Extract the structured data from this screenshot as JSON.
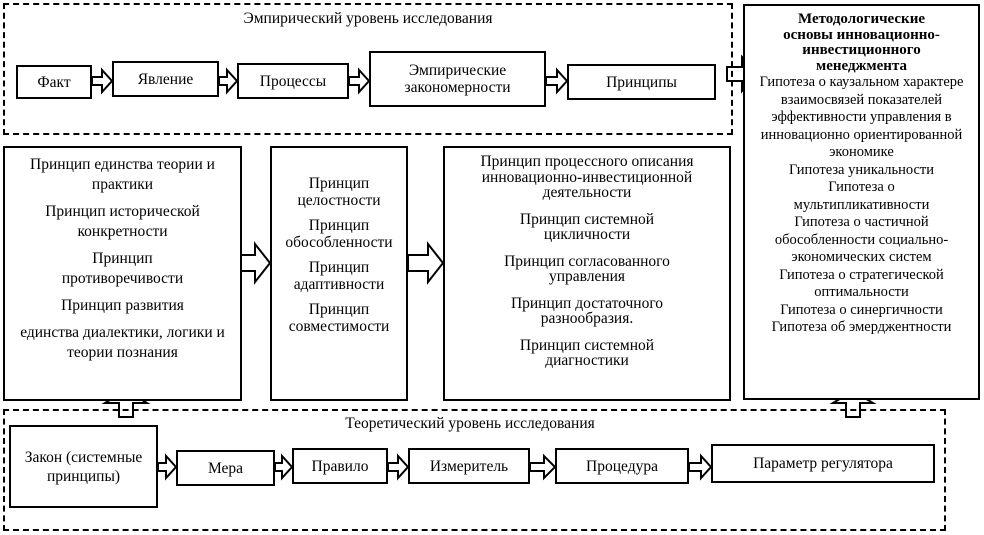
{
  "empirical": {
    "title": "Эмпирический уровень исследования",
    "chain": [
      "Факт",
      "Явление",
      "Процессы",
      "Эмпирические закономерности",
      "Принципы"
    ]
  },
  "theoretical": {
    "title": "Теоретический уровень исследования",
    "chain": [
      "Закон (системные принципы)",
      "Мера",
      "Правило",
      "Измеритель",
      "Процедура",
      "Параметр регулятора"
    ]
  },
  "left_panel": {
    "items": [
      "Принцип единства теории и практики",
      "Принцип исторической конкретности",
      "Принцип противоречивости",
      "Принцип развития",
      "единства диалектики, логики и теории познания"
    ]
  },
  "mid_panel": {
    "items": [
      "Принцип целостности",
      "Принцип обособленности",
      "Принцип адаптивности",
      "Принцип совместимости"
    ]
  },
  "right_panel": {
    "items": [
      "Принцип процессного описания инновационно-инвестиционной деятельности",
      "Принцип системной цикличности",
      "Принцип согласованного управления",
      "Принцип достаточного разнообразия.",
      "Принцип системной диагностики"
    ]
  },
  "hypotheses": {
    "title": "Методологические основы инновационно-инвестиционного менеджмента",
    "items": [
      "Гипотеза о каузальном характере взаимосвязей показателей эффективности управления в инновационно ориентированной экономике",
      "Гипотеза уникальности",
      "Гипотеза о мультипликативности",
      "Гипотеза о частичной обособленности социально-экономических систем",
      "Гипотеза о стратегической оптимальности",
      "Гипотеза о синергичности",
      "Гипотеза об эмерджентности"
    ]
  }
}
